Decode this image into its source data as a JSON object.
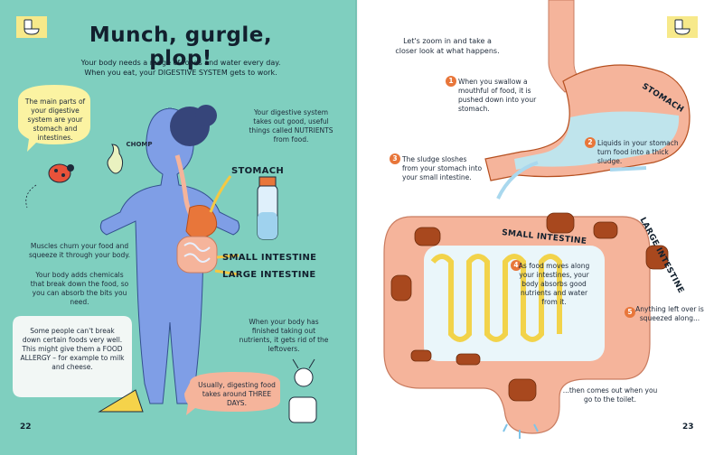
{
  "left_page": {
    "title": "Munch, gurgle, plop!",
    "intro_line1": "Your body needs a range of foods and water every day.",
    "intro_line2": "When you eat, your DIGESTIVE SYSTEM gets to work.",
    "bubble_main_parts": "The main parts of your digestive system are your stomach and intestines.",
    "chomp": "CHOMP",
    "nutrients_text": "Your digestive system takes out good, useful things called NUTRIENTS from food.",
    "label_stomach": "STOMACH",
    "label_small_intestine": "SMALL INTESTINE",
    "label_large_intestine": "LARGE INTESTINE",
    "muscles_text": "Muscles churn your food and squeeze it through your body.",
    "chemicals_text": "Your body adds chemicals that break down the food, so you can absorb the bits you need.",
    "allergy_text": "Some people can't break down certain foods very well. This might give them a FOOD ALLERGY – for example to milk and cheese.",
    "leftovers_text": "When your body has finished taking out nutrients, it gets rid of the leftovers.",
    "three_days_text": "Usually, digesting food takes around THREE DAYS.",
    "page_number": "22"
  },
  "right_page": {
    "zoom_text": "Let's zoom in and take a closer look at what happens.",
    "steps": [
      {
        "num": "1",
        "text": "When you swallow a mouthful of food, it is pushed down into your stomach."
      },
      {
        "num": "2",
        "text": "Liquids in your stomach turn food into a thick sludge."
      },
      {
        "num": "3",
        "text": "The sludge sloshes from your stomach into your small intestine."
      },
      {
        "num": "4",
        "text": "As food moves along your intestines, your body absorbs good nutrients and water from it."
      },
      {
        "num": "5",
        "text": "Anything left over is squeezed along..."
      }
    ],
    "toilet_text": "...then comes out when you go to the toilet.",
    "label_stomach": "STOMACH",
    "label_small_intestine": "SMALL INTESTINE",
    "label_large_intestine": "LARGE INTESTINE",
    "page_number": "23"
  },
  "colors": {
    "left_bg": "#7fcfbf",
    "body_blue": "#7f9ee6",
    "stomach_orange": "#e8763a",
    "intestine_pink": "#f5b49b",
    "bubble_yellow": "#fbf3a2",
    "text_dark": "#12202e"
  }
}
